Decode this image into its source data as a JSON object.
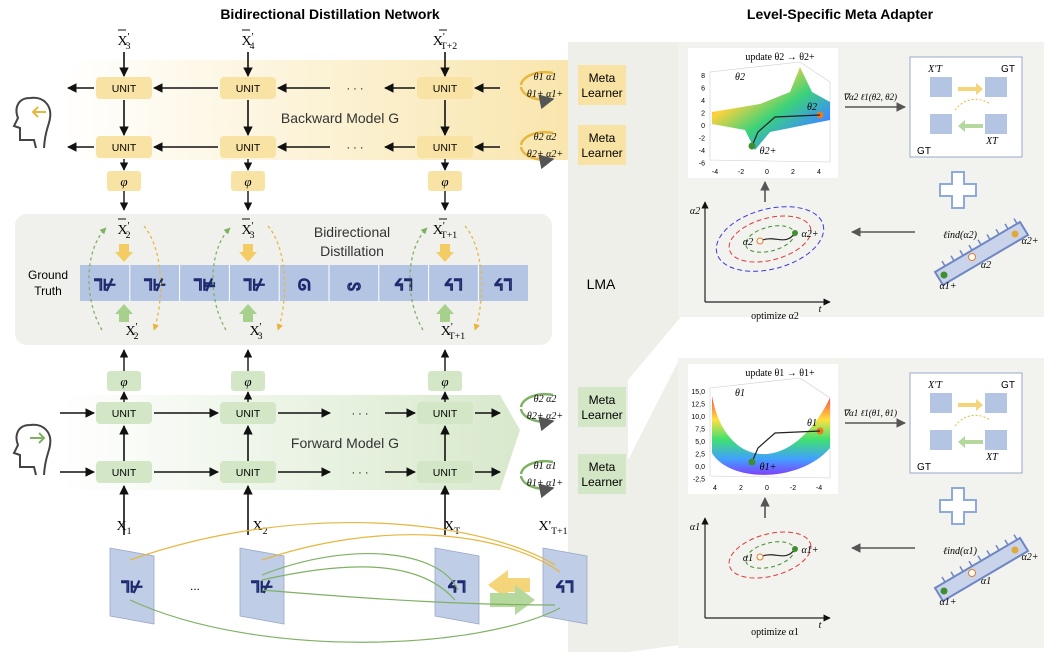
{
  "titles": {
    "left": "Bidirectional Distillation Network",
    "right": "Level-Specific Meta Adapter"
  },
  "unit_label": "UNIT",
  "ellipsis": "· · ·",
  "backward": {
    "model_label": "Backward Model G",
    "top_inputs": [
      "X3'",
      "X4'",
      "XT+2'"
    ],
    "phi": "φ",
    "outputs": [
      "X2'",
      "X3'",
      "XT+1'"
    ]
  },
  "distill": {
    "label_line1": "Bidirectional",
    "label_line2": "Distillation",
    "gt_line1": "Ground",
    "gt_line2": "Truth",
    "strip": [
      "ᒣ⊬",
      "ᒣ⊬",
      "ᒣ⊭",
      "ᒣ⊬",
      "ᘏ",
      "ᔕ",
      "ᔦᒣ",
      "ᔦᒣ",
      "ᔦᒣ"
    ]
  },
  "forward": {
    "model_label": "Forward Model G",
    "phi": "φ",
    "outputs": [
      "X2'",
      "X3'",
      "XT+1'"
    ],
    "inputs": [
      "X1",
      "X2",
      "XT",
      "X'T+1"
    ],
    "frames_ellipsis": "..."
  },
  "meta": {
    "learner": [
      "Meta",
      "Learner"
    ],
    "lma": "LMA",
    "backward_rows": [
      {
        "a": "θ1  α1",
        "b": "θ1+ α1+"
      },
      {
        "a": "θ2  α2",
        "b": "θ2+ α2+"
      }
    ],
    "forward_rows": [
      {
        "a": "θ2  α2",
        "b": "θ2+ α2+"
      },
      {
        "a": "θ1  α1",
        "b": "θ1+ α1+"
      }
    ]
  },
  "panel_top": {
    "update": "update θ2 → θ2+",
    "theta": "θ2",
    "theta_plus": "θ2+",
    "grad": "∇α2 ℓ1(θ2, θ2)",
    "z_ticks": [
      "8",
      "6",
      "4",
      "2",
      "0",
      "-2",
      "-4",
      "-6"
    ],
    "x_ticks": [
      "-4",
      "-2",
      "0",
      "2",
      "4"
    ],
    "gt": "GT",
    "xt_prime": "X'T",
    "xt": "XT",
    "loss": "ℓind(α2)",
    "alpha": "α2",
    "alpha_plus": "α2+",
    "alpha1p": "α1+",
    "y_axis": "α2",
    "x_axis": "optimize α2",
    "t": "t"
  },
  "panel_bottom": {
    "update": "update  θ1 → θ1+",
    "theta": "θ1",
    "theta_plus": "θ1+",
    "grad": "∇α1 ℓ1(θ1, θ1)",
    "z_ticks": [
      "15,0",
      "12,5",
      "10,0",
      "7,5",
      "5,0",
      "2,5",
      "0,0",
      "-2,5"
    ],
    "x_ticks": [
      "4",
      "2",
      "0",
      "-2",
      "-4"
    ],
    "gt": "GT",
    "xt_prime": "X'T",
    "xt": "XT",
    "loss": "ℓind(α1)",
    "alpha": "α1",
    "alpha_plus": "α1+",
    "alpha2p": "α2+",
    "y_axis": "α1",
    "x_axis": "optimize α1",
    "t": "t"
  },
  "colors": {
    "yellow": "#f8e3a4",
    "yellow_dark": "#e7b63c",
    "green": "#d3e6c6",
    "green_dark": "#7fb163",
    "blue_strip": "#b4c5e4",
    "gray_bg": "#f2f2ef"
  }
}
